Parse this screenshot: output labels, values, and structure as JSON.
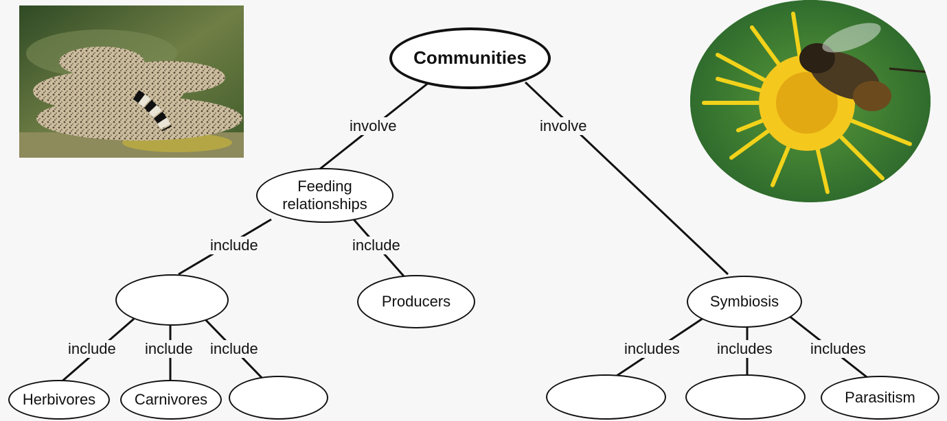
{
  "concept_map": {
    "root": "Communities",
    "link_involve_left": "involve",
    "link_involve_right": "involve",
    "feeding": {
      "line1": "Feeding",
      "line2": "relationships"
    },
    "link_include_left": "include",
    "link_include_right": "include",
    "producers": "Producers",
    "blank_consumer": "",
    "link_include_a": "include",
    "link_include_b": "include",
    "link_include_c": "include",
    "herbivores": "Herbivores",
    "carnivores": "Carnivores",
    "blank_third": "",
    "symbiosis": "Symbiosis",
    "link_includes_a": "includes",
    "link_includes_b": "includes",
    "link_includes_c": "includes",
    "blank_sym_1": "",
    "blank_sym_2": "",
    "parasitism": "Parasitism"
  },
  "photos": {
    "snake": "rattlesnake-photo",
    "bee": "bee-on-flower-photo"
  },
  "colors": {
    "background": "#f7f7f7",
    "node_border": "#111111",
    "node_fill": "#ffffff"
  }
}
